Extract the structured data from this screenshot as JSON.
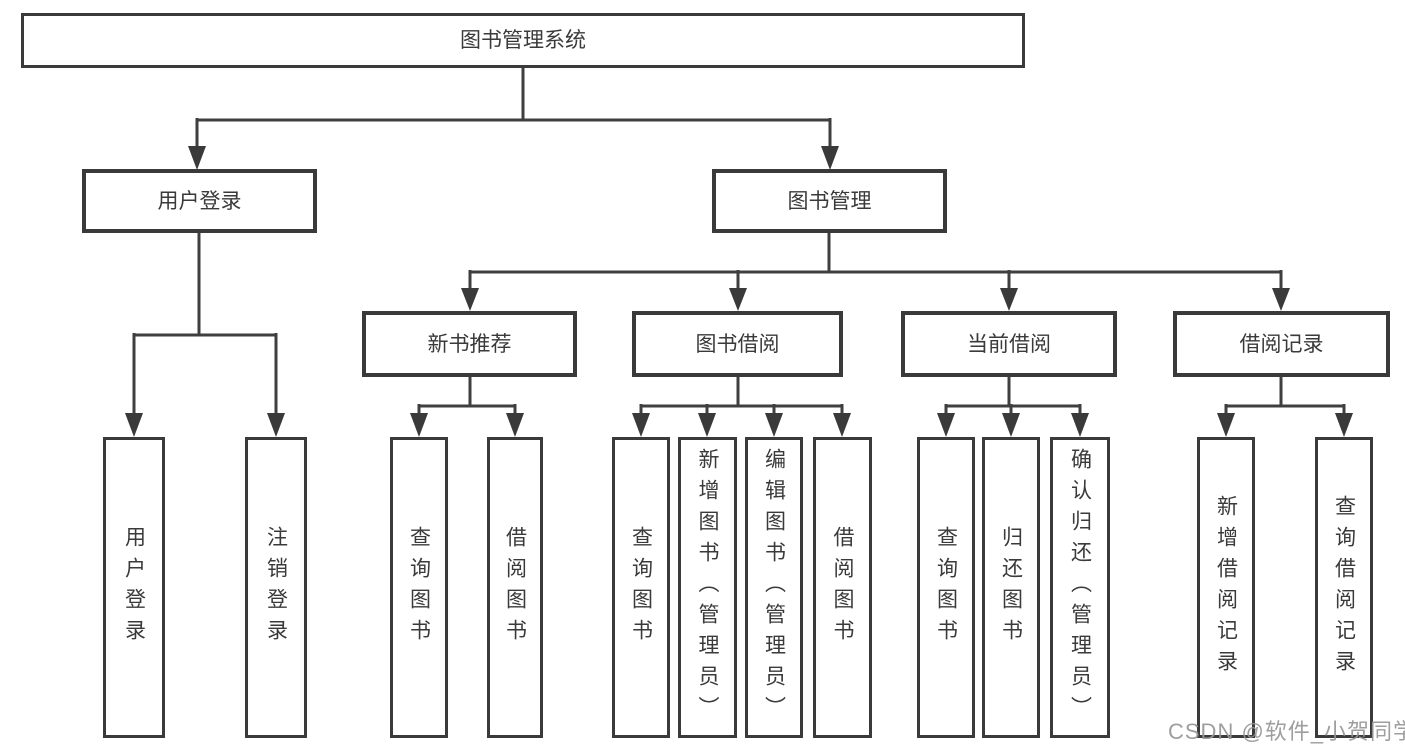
{
  "tree": {
    "label": "图书管理系统",
    "children": [
      {
        "label": "用户登录",
        "children": [
          {
            "label": "用户登录"
          },
          {
            "label": "注销登录"
          }
        ]
      },
      {
        "label": "图书管理",
        "children": [
          {
            "label": "新书推荐",
            "children": [
              {
                "label": "查询图书"
              },
              {
                "label": "借阅图书"
              }
            ]
          },
          {
            "label": "图书借阅",
            "children": [
              {
                "label": "查询图书"
              },
              {
                "label": "新增图书（管理员）"
              },
              {
                "label": "编辑图书（管理员）"
              },
              {
                "label": "借阅图书"
              }
            ]
          },
          {
            "label": "当前借阅",
            "children": [
              {
                "label": "查询图书"
              },
              {
                "label": "归还图书"
              },
              {
                "label": "确认归还（管理员）"
              }
            ]
          },
          {
            "label": "借阅记录",
            "children": [
              {
                "label": "新增借阅记录"
              },
              {
                "label": "查询借阅记录"
              }
            ]
          }
        ]
      }
    ]
  },
  "watermark": {
    "text": "CSDN @软件_小贺同学"
  },
  "colors": {
    "box_border": "#3a3a3a",
    "text": "#3a3a3a",
    "line": "#3f3f3f",
    "watermark": "#969696",
    "background": "#ffffff"
  }
}
